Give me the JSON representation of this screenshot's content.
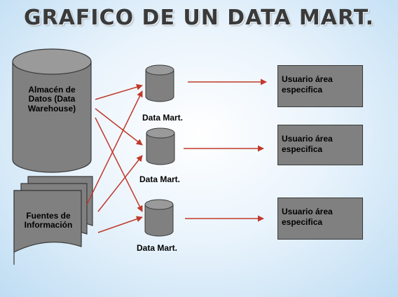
{
  "title": "GRAFICO DE UN DATA MART.",
  "warehouse": {
    "label": "Almacén de Datos (Data Warehouse)"
  },
  "sources": {
    "label": "Fuentes de Información"
  },
  "data_marts": [
    {
      "label": "Data Mart."
    },
    {
      "label": "Data Mart."
    },
    {
      "label": "Data Mart."
    }
  ],
  "users": [
    {
      "label": "Usuario área especifica"
    },
    {
      "label": "Usuario área especifica"
    },
    {
      "label": "Usuario área especifica"
    }
  ],
  "colors": {
    "arrow": "#c0392b",
    "shape_fill": "#808080",
    "shape_stroke": "#3a3a3a",
    "title": "#3a3a3a"
  }
}
